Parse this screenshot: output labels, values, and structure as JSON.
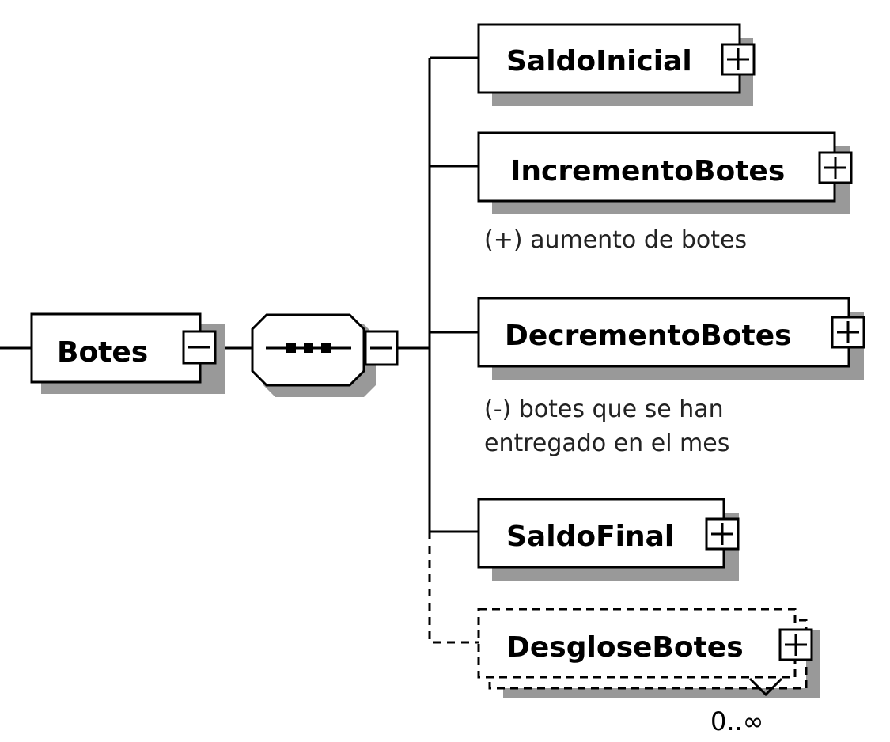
{
  "diagram": {
    "root": {
      "label": "Botes"
    },
    "sequence": {
      "kind": "sequence"
    },
    "children": [
      {
        "label": "SaldoInicial",
        "annotation": []
      },
      {
        "label": "IncrementoBotes",
        "annotation": [
          "(+) aumento de botes"
        ]
      },
      {
        "label": "DecrementoBotes",
        "annotation": [
          "(-) botes que se han",
          "entregado en el mes"
        ]
      },
      {
        "label": "SaldoFinal",
        "annotation": []
      },
      {
        "label": "DesgloseBotes",
        "annotation": [],
        "optional": true,
        "occurs": "0..∞"
      }
    ]
  }
}
